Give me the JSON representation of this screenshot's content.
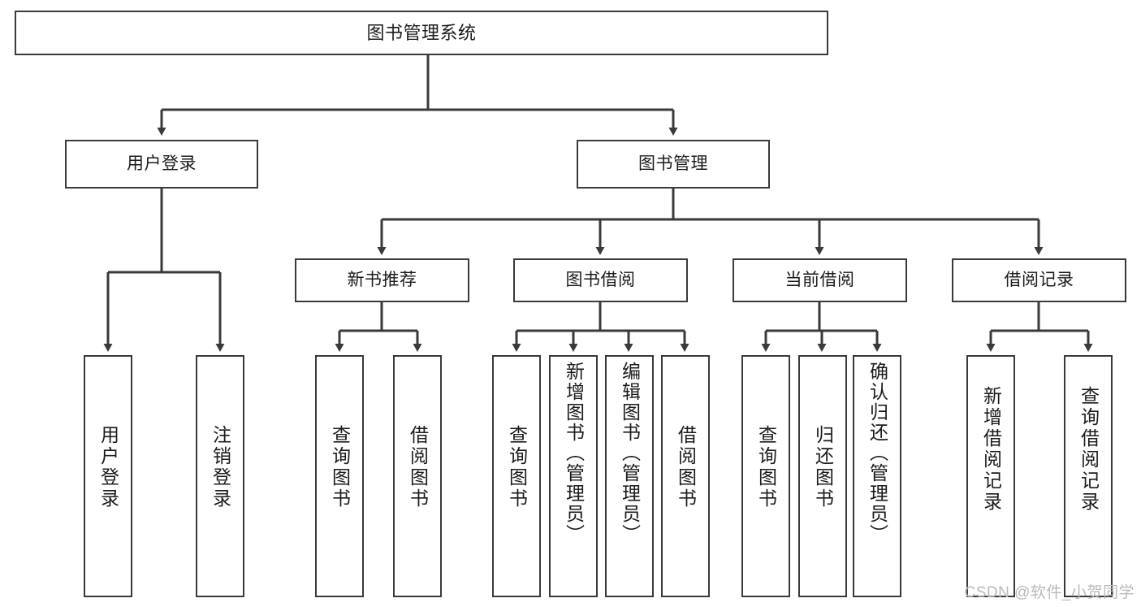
{
  "diagram": {
    "title": "图书管理系统",
    "watermark": "CSDN @软件_小贺同学",
    "stroke_color": "#3a3a3a",
    "text_color": "#1b1b1b",
    "background_color": "#ffffff",
    "watermark_color": "#b9b9b9"
  },
  "root": {
    "label": "图书管理系统"
  },
  "level1": [
    {
      "label": "用户登录"
    },
    {
      "label": "图书管理"
    }
  ],
  "level2": [
    {
      "label": "新书推荐"
    },
    {
      "label": "图书借阅"
    },
    {
      "label": "当前借阅"
    },
    {
      "label": "借阅记录"
    }
  ],
  "leaves": {
    "user_login": [
      {
        "label": "用户登录"
      },
      {
        "label": "注销登录"
      }
    ],
    "new_book_recommend": [
      {
        "label": "查询图书"
      },
      {
        "label": "借阅图书"
      }
    ],
    "book_borrow": [
      {
        "label": "查询图书"
      },
      {
        "label": "新增图书（管理员）"
      },
      {
        "label": "编辑图书（管理员）"
      },
      {
        "label": "借阅图书"
      }
    ],
    "current_borrow": [
      {
        "label": "查询图书"
      },
      {
        "label": "归还图书"
      },
      {
        "label": "确认归还（管理员）"
      }
    ],
    "borrow_record": [
      {
        "label": "新增借阅记录"
      },
      {
        "label": "查询借阅记录"
      }
    ]
  }
}
